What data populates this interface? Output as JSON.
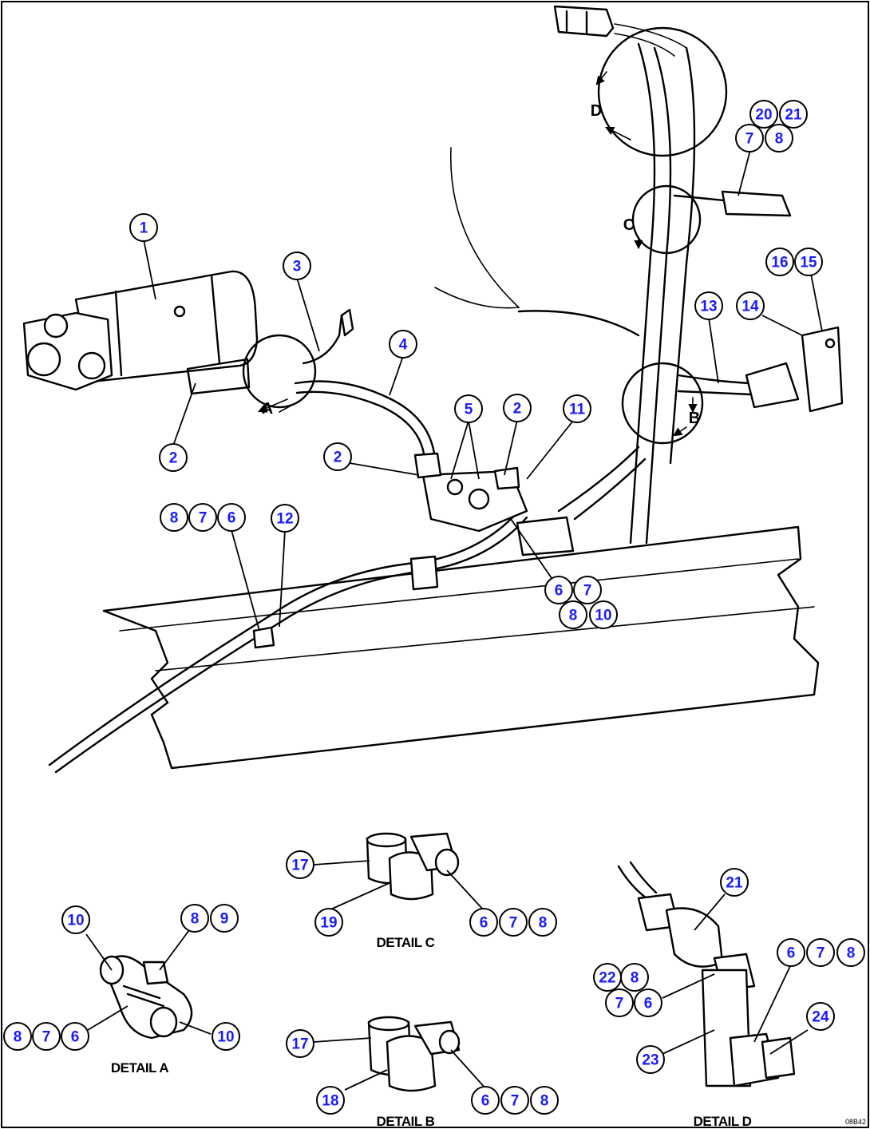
{
  "callouts": [
    {
      "id": "c1",
      "label": "1"
    },
    {
      "id": "c2a",
      "label": "2"
    },
    {
      "id": "c3",
      "label": "3"
    },
    {
      "id": "c4",
      "label": "4"
    },
    {
      "id": "c2b",
      "label": "2"
    },
    {
      "id": "c5",
      "label": "5"
    },
    {
      "id": "c2c",
      "label": "2"
    },
    {
      "id": "c11",
      "label": "11"
    },
    {
      "id": "c8a",
      "label": "8"
    },
    {
      "id": "c7a",
      "label": "7"
    },
    {
      "id": "c6a",
      "label": "6"
    },
    {
      "id": "c12",
      "label": "12"
    },
    {
      "id": "c6b",
      "label": "6"
    },
    {
      "id": "c7b",
      "label": "7"
    },
    {
      "id": "c8b",
      "label": "8"
    },
    {
      "id": "c10a",
      "label": "10"
    },
    {
      "id": "c13",
      "label": "13"
    },
    {
      "id": "c14",
      "label": "14"
    },
    {
      "id": "c16",
      "label": "16"
    },
    {
      "id": "c15",
      "label": "15"
    },
    {
      "id": "c20",
      "label": "20"
    },
    {
      "id": "c21a",
      "label": "21"
    },
    {
      "id": "c7c",
      "label": "7"
    },
    {
      "id": "c8c",
      "label": "8"
    },
    {
      "id": "c17a",
      "label": "17"
    },
    {
      "id": "c19",
      "label": "19"
    },
    {
      "id": "c6c",
      "label": "6"
    },
    {
      "id": "c7d",
      "label": "7"
    },
    {
      "id": "c8d",
      "label": "8"
    },
    {
      "id": "c10b",
      "label": "10"
    },
    {
      "id": "c8e",
      "label": "8"
    },
    {
      "id": "c9",
      "label": "9"
    },
    {
      "id": "c8f",
      "label": "8"
    },
    {
      "id": "c7e",
      "label": "7"
    },
    {
      "id": "c6d",
      "label": "6"
    },
    {
      "id": "c10c",
      "label": "10"
    },
    {
      "id": "c17b",
      "label": "17"
    },
    {
      "id": "c18",
      "label": "18"
    },
    {
      "id": "c6e",
      "label": "6"
    },
    {
      "id": "c7f",
      "label": "7"
    },
    {
      "id": "c8g",
      "label": "8"
    },
    {
      "id": "c21b",
      "label": "21"
    },
    {
      "id": "c6f",
      "label": "6"
    },
    {
      "id": "c7g",
      "label": "7"
    },
    {
      "id": "c8h",
      "label": "8"
    },
    {
      "id": "c22",
      "label": "22"
    },
    {
      "id": "c8i",
      "label": "8"
    },
    {
      "id": "c7h",
      "label": "7"
    },
    {
      "id": "c6g",
      "label": "6"
    },
    {
      "id": "c24",
      "label": "24"
    },
    {
      "id": "c23",
      "label": "23"
    }
  ],
  "view_letters": {
    "a": "A",
    "b": "B",
    "c": "C",
    "d": "D"
  },
  "detail_captions": {
    "a": "DETAIL A",
    "b": "DETAIL B",
    "c": "DETAIL C",
    "d": "DETAIL D"
  },
  "drawing_code": "08B42"
}
